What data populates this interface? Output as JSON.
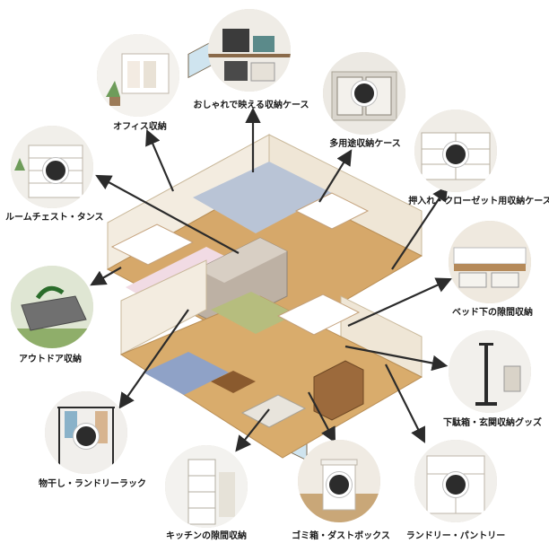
{
  "colors": {
    "arrow": "#2b2b2b",
    "floor_wood": "#d6a86a",
    "floor_blue": "#b9c4d6",
    "wall": "#f3ece0",
    "bubble_bg": "#f1efe9"
  },
  "categories": [
    {
      "key": "office",
      "label": "オフィス収納",
      "icon": "office-storage-icon"
    },
    {
      "key": "stylish",
      "label": "おしゃれで映える収納ケース",
      "icon": "stylish-case-icon"
    },
    {
      "key": "multi",
      "label": "多用途収納ケース",
      "icon": "multi-purpose-case-icon"
    },
    {
      "key": "closet",
      "label": "押入れ・クローゼット用収納ケース",
      "icon": "closet-case-icon"
    },
    {
      "key": "chest",
      "label": "ルームチェスト・タンス",
      "icon": "room-chest-icon"
    },
    {
      "key": "underbed",
      "label": "ベッド下の隙間収納",
      "icon": "under-bed-icon"
    },
    {
      "key": "outdoor",
      "label": "アウトドア収納",
      "icon": "outdoor-storage-icon"
    },
    {
      "key": "shoebox",
      "label": "下駄箱・玄関収納グッズ",
      "icon": "shoe-rack-icon"
    },
    {
      "key": "laundry_rack",
      "label": "物干し・ランドリーラック",
      "icon": "laundry-rack-icon"
    },
    {
      "key": "kitchen",
      "label": "キッチンの隙間収納",
      "icon": "kitchen-gap-icon"
    },
    {
      "key": "trash",
      "label": "ゴミ箱・ダストボックス",
      "icon": "trash-can-icon"
    },
    {
      "key": "pantry",
      "label": "ランドリー・パントリー",
      "icon": "pantry-icon"
    }
  ]
}
